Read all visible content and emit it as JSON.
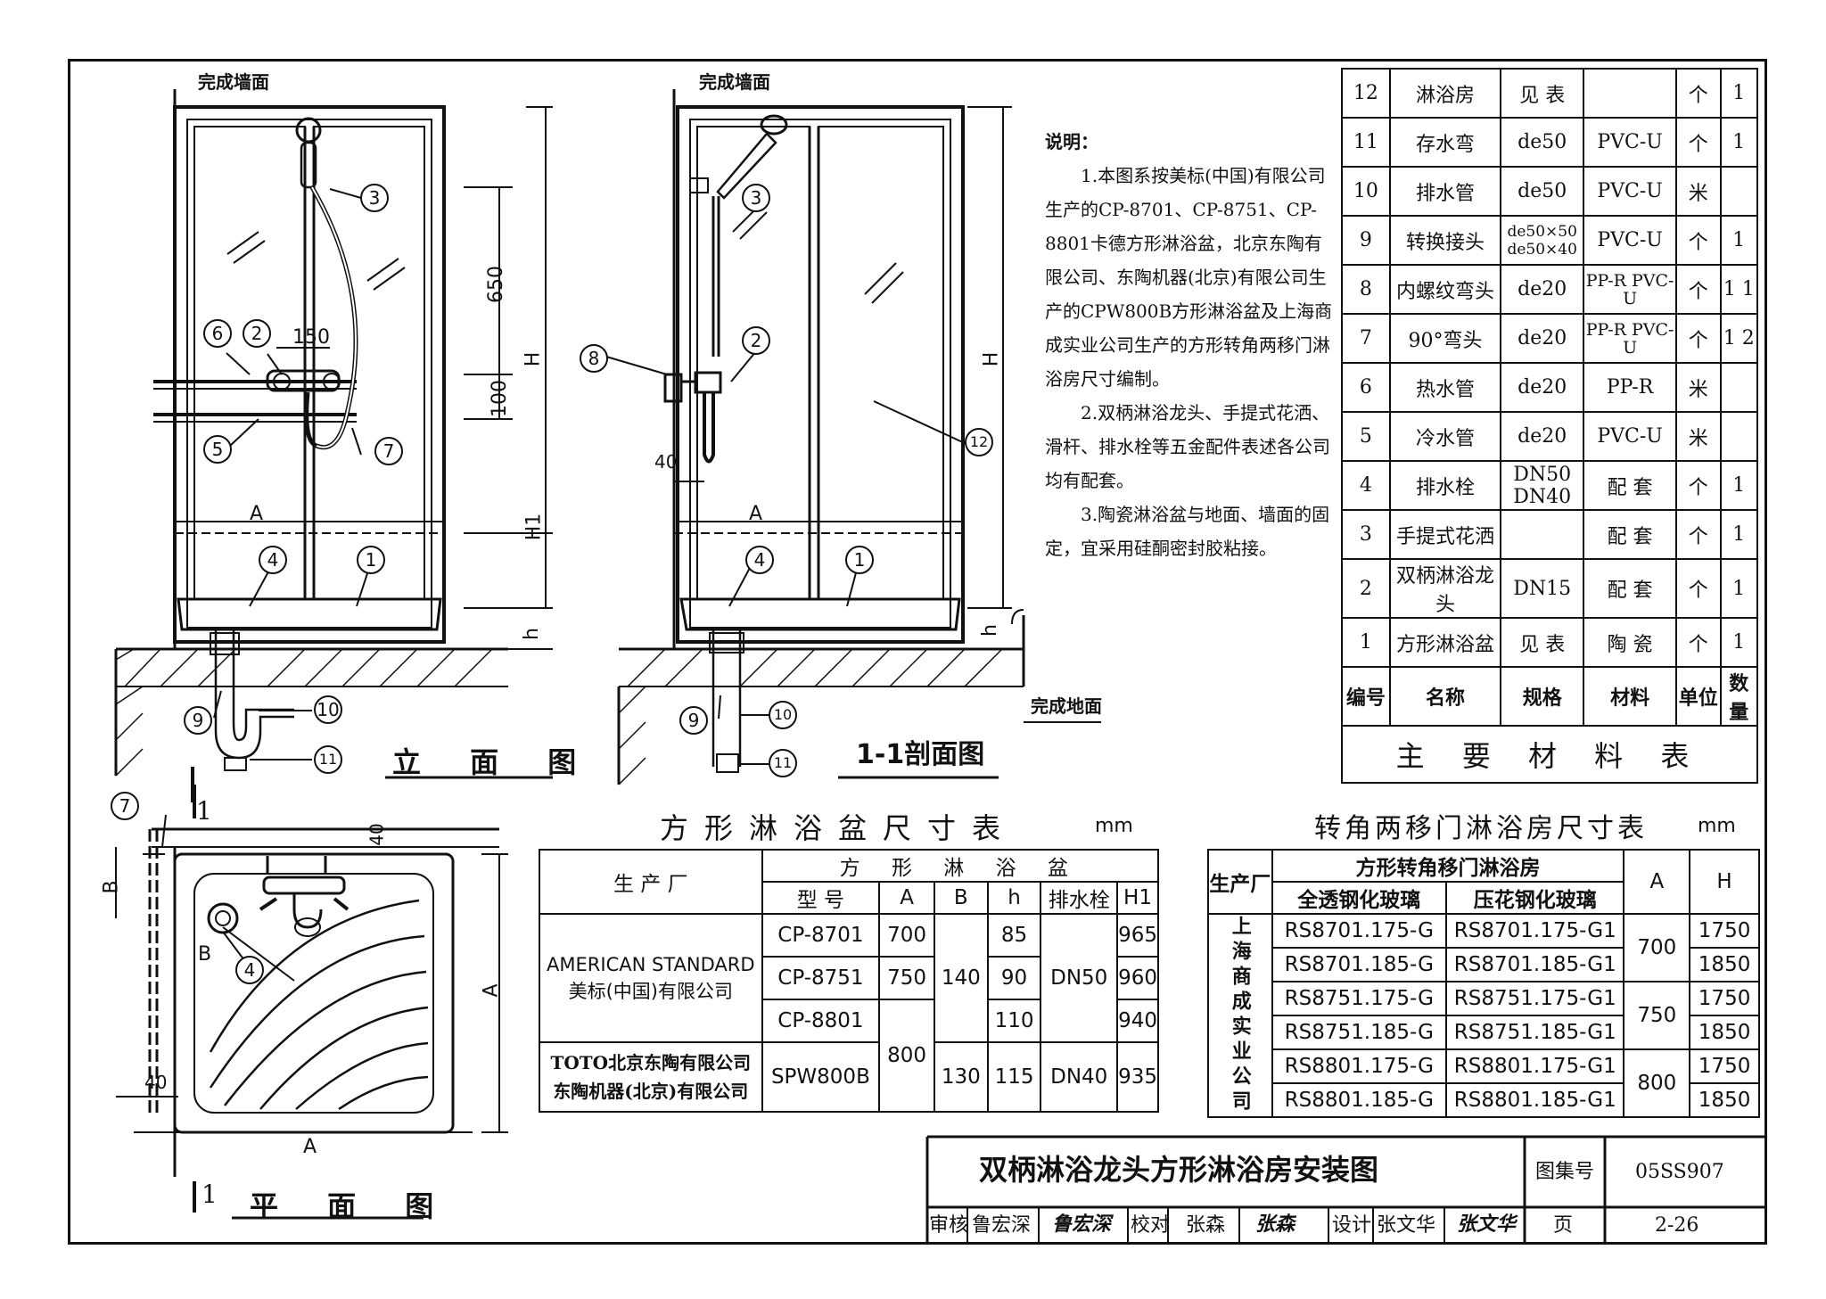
{
  "elevation": {
    "wall_label": "完成墙面",
    "title": "立 面 图",
    "dim_h": "H",
    "dim_h1": "H1",
    "dim_h_small": "h",
    "dim_650": "650",
    "dim_100": "100",
    "dim_150": "150",
    "dim_a": "A",
    "callouts": [
      "①",
      "②",
      "③",
      "④",
      "⑤",
      "⑥",
      "⑦",
      "⑨",
      "⑩",
      "⑪"
    ]
  },
  "section": {
    "wall_label": "完成墙面",
    "floor_label": "完成地面",
    "title": "1-1剖面图",
    "dim_h": "H",
    "dim_h_small": "h",
    "dim_40": "40",
    "dim_a": "A"
  },
  "plan": {
    "title": "平 面 图",
    "section_mark": "1",
    "dim_a": "A",
    "dim_b": "B",
    "dim_40": "40"
  },
  "notes": {
    "heading": "说明：",
    "items": [
      "1.本图系按美标(中国)有限公司生产的CP-8701、CP-8751、CP-8801卡德方形淋浴盆，北京东陶有限公司、东陶机器(北京)有限公司生产的CPW800B方形淋浴盆及上海商成实业公司生产的方形转角两移门淋浴房尺寸编制。",
      "2.双柄淋浴龙头、手提式花洒、滑杆、排水栓等五金配件表述各公司均有配套。",
      "3.陶瓷淋浴盆与地面、墙面的固定，宜采用硅酮密封胶粘接。"
    ]
  },
  "materials": {
    "title": "主 要 材 料 表",
    "headers": [
      "编号",
      "名称",
      "规格",
      "材料",
      "单位",
      "数量"
    ],
    "rows": [
      [
        "12",
        "淋浴房",
        "见 表",
        "",
        "个",
        "1"
      ],
      [
        "11",
        "存水弯",
        "de50",
        "PVC-U",
        "个",
        "1"
      ],
      [
        "10",
        "排水管",
        "de50",
        "PVC-U",
        "米",
        ""
      ],
      [
        "9",
        "转换接头",
        "de50×50 de50×40",
        "PVC-U",
        "个",
        "1"
      ],
      [
        "8",
        "内螺纹弯头",
        "de20",
        "PP-R PVC-U",
        "个",
        "1 1"
      ],
      [
        "7",
        "90°弯头",
        "de20",
        "PP-R PVC-U",
        "个",
        "1 2"
      ],
      [
        "6",
        "热水管",
        "de20",
        "PP-R",
        "米",
        ""
      ],
      [
        "5",
        "冷水管",
        "de20",
        "PVC-U",
        "米",
        ""
      ],
      [
        "4",
        "排水栓",
        "DN50 DN40",
        "配 套",
        "个",
        "1"
      ],
      [
        "3",
        "手提式花洒",
        "",
        "配 套",
        "个",
        "1"
      ],
      [
        "2",
        "双柄淋浴龙头",
        "DN15",
        "配 套",
        "个",
        "1"
      ],
      [
        "1",
        "方形淋浴盆",
        "见 表",
        "陶 瓷",
        "个",
        "1"
      ]
    ]
  },
  "tray_table": {
    "title": "方形淋浴盆尺寸表",
    "unit": "mm",
    "header_maker": "生 产 厂",
    "header_group": "方 形 淋 浴 盆",
    "headers": [
      "型 号",
      "A",
      "B",
      "h",
      "排水栓",
      "H1"
    ],
    "maker1": "AMERICAN STANDARD 美标(中国)有限公司",
    "maker2": "TOTO北京东陶有限公司 东陶机器(北京)有限公司",
    "rows": [
      [
        "CP-8701",
        "700",
        "140",
        "85",
        "DN50",
        "965"
      ],
      [
        "CP-8751",
        "750",
        "",
        "90",
        "",
        "960"
      ],
      [
        "CP-8801",
        "800",
        "",
        "110",
        "",
        "940"
      ],
      [
        "SPW800B",
        "",
        "130",
        "115",
        "DN40",
        "935"
      ]
    ]
  },
  "room_table": {
    "title": "转角两移门淋浴房尺寸表",
    "unit": "mm",
    "header_maker": "生产厂",
    "header_group": "方形转角移门淋浴房",
    "headers": [
      "全透钢化玻璃",
      "压花钢化玻璃",
      "A",
      "H"
    ],
    "maker": "上海商成实业公司",
    "rows": [
      [
        "RS8701.175-G",
        "RS8701.175-G1",
        "700",
        "1750"
      ],
      [
        "RS8701.185-G",
        "RS8701.185-G1",
        "",
        "1850"
      ],
      [
        "RS8751.175-G",
        "RS8751.175-G1",
        "750",
        "1750"
      ],
      [
        "RS8751.185-G",
        "RS8751.185-G1",
        "",
        "1850"
      ],
      [
        "RS8801.175-G",
        "RS8801.175-G1",
        "800",
        "1750"
      ],
      [
        "RS8801.185-G",
        "RS8801.185-G1",
        "",
        "1850"
      ]
    ]
  },
  "title_block": {
    "title": "双柄淋浴龙头方形淋浴房安装图",
    "atlas_label": "图集号",
    "atlas_no": "05SS907",
    "review_label": "审核",
    "reviewer": "鲁宏深",
    "check_label": "校对",
    "checker": "张森",
    "design_label": "设计",
    "designer": "张文华",
    "page_label": "页",
    "page_no": "2-26"
  }
}
